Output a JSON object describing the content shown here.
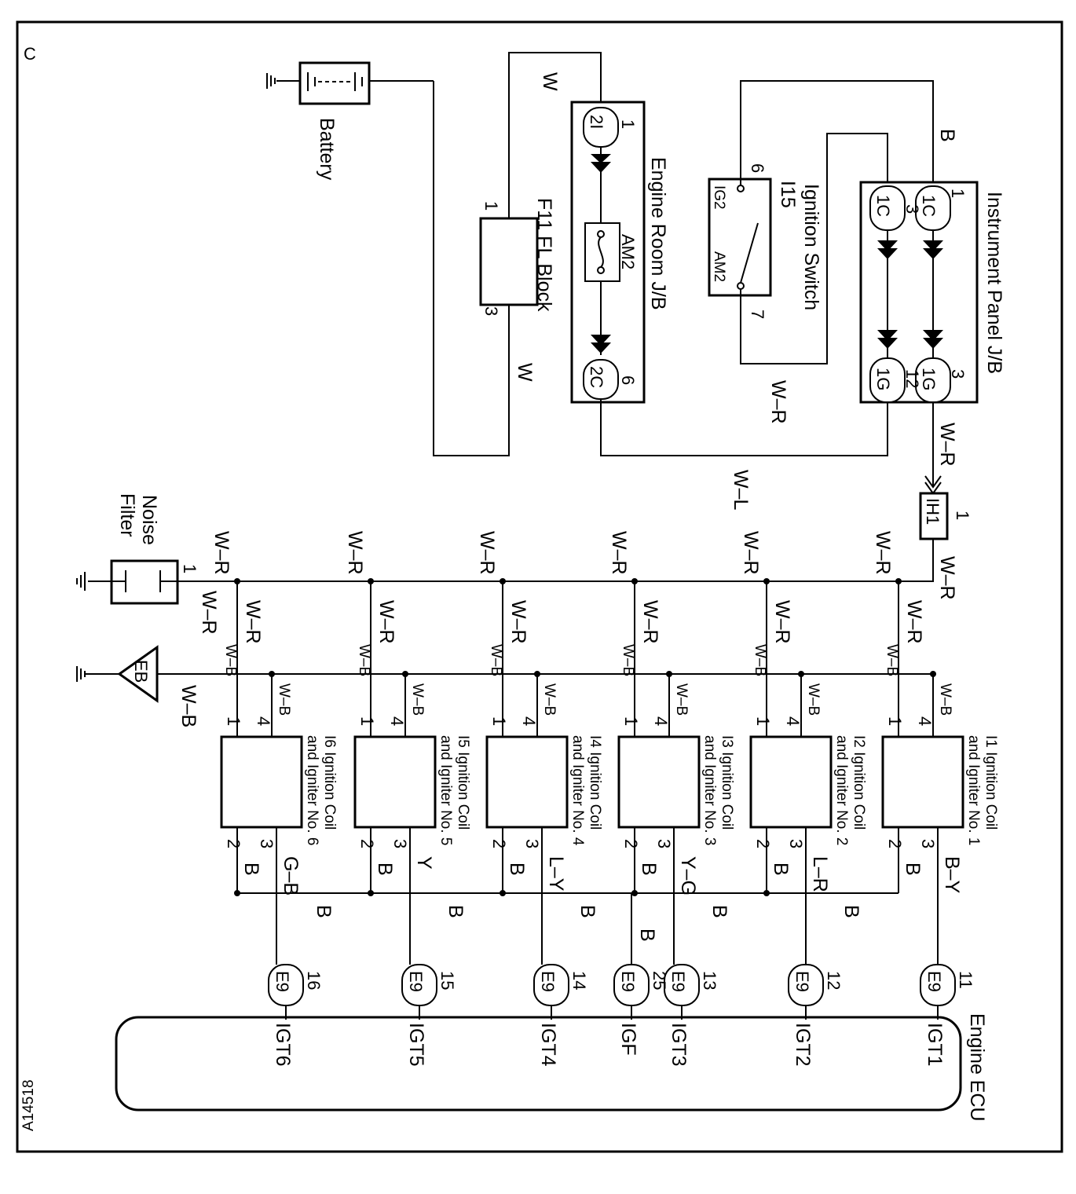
{
  "corner_letter": "C",
  "figure_code": "A14518",
  "battery": {
    "label": "Battery"
  },
  "engine_room_jb": {
    "label": "Engine Room J/B",
    "fuse": "AM2",
    "conn_in": "2I",
    "conn_in_pin": "1",
    "conn_out": "2C",
    "conn_out_pin": "6"
  },
  "fl_block": {
    "label": "F11 FL Block",
    "pin_in": "1",
    "pin_out": "3"
  },
  "ignition_switch": {
    "ref": "I15",
    "label": "Ignition Switch",
    "term1": "IG2",
    "term2": "AM2",
    "pin_ig2": "6",
    "pin_am2": "7"
  },
  "instrument_panel_jb": {
    "label": "Instrument Panel J/B",
    "c1": "1C",
    "c1_pin": "1",
    "c2": "1C",
    "c2_pin": "3",
    "g1": "1G",
    "g1_pin": "3",
    "g2": "1G",
    "g2_pin": "12"
  },
  "junction": {
    "label": "IH1",
    "pin": "1"
  },
  "noise_filter": {
    "label_line1": "Noise",
    "label_line2": "Filter",
    "pin": "1"
  },
  "ground": {
    "label": "EB"
  },
  "wires": {
    "battery_to_fl": "W",
    "fl_to_erjb": "W",
    "ipjb_b": "B",
    "sw_out": "W–R",
    "ipjb_out": "W–R",
    "erjb_out": "W–L",
    "ih1_out": "W–R",
    "bus_power": "W–R",
    "coil_power": "W–R",
    "bus_ground": "W–B",
    "coil_ground": "W–B",
    "ground_main": "W–B",
    "noise_wire": "W–R",
    "igf_bus": "B"
  },
  "coils": [
    {
      "line1": "I1 Ignition Coil",
      "line2": "and Igniter No. 1",
      "pin1": "1",
      "pin2": "2",
      "pin3": "3",
      "pin4": "4",
      "signal_color": "B–Y"
    },
    {
      "line1": "I2 Ignition Coil",
      "line2": "and Igniter No. 2",
      "pin1": "1",
      "pin2": "2",
      "pin3": "3",
      "pin4": "4",
      "signal_color": "L–R"
    },
    {
      "line1": "I3 Ignition Coil",
      "line2": "and Igniter No. 3",
      "pin1": "1",
      "pin2": "2",
      "pin3": "3",
      "pin4": "4",
      "signal_color": "Y–G"
    },
    {
      "line1": "I4 Ignition Coil",
      "line2": "and Igniter No. 4",
      "pin1": "1",
      "pin2": "2",
      "pin3": "3",
      "pin4": "4",
      "signal_color": "L–Y"
    },
    {
      "line1": "I5 Ignition Coil",
      "line2": "and Igniter No. 5",
      "pin1": "1",
      "pin2": "2",
      "pin3": "3",
      "pin4": "4",
      "signal_color": "Y"
    },
    {
      "line1": "I6 Ignition Coil",
      "line2": "and Igniter No. 6",
      "pin1": "1",
      "pin2": "2",
      "pin3": "3",
      "pin4": "4",
      "signal_color": "G–B"
    }
  ],
  "ecu": {
    "label": "Engine ECU",
    "pins": [
      {
        "conn": "E9",
        "pin": "11",
        "name": "IGT1"
      },
      {
        "conn": "E9",
        "pin": "12",
        "name": "IGT2"
      },
      {
        "conn": "E9",
        "pin": "13",
        "name": "IGT3"
      },
      {
        "conn": "E9",
        "pin": "25",
        "name": "IGF"
      },
      {
        "conn": "E9",
        "pin": "14",
        "name": "IGT4"
      },
      {
        "conn": "E9",
        "pin": "15",
        "name": "IGT5"
      },
      {
        "conn": "E9",
        "pin": "16",
        "name": "IGT6"
      }
    ]
  }
}
